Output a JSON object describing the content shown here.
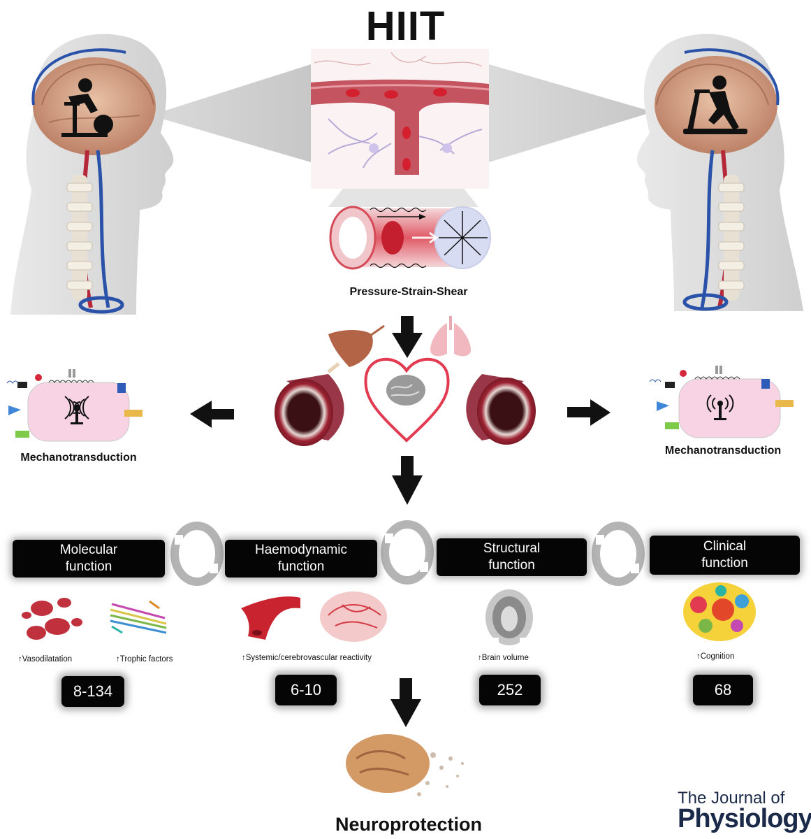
{
  "title": "HIIT",
  "pressure_caption": "Pressure-Strain-Shear",
  "mechano_left": "Mechanotransduction",
  "mechano_right": "Mechanotransduction",
  "functions": [
    {
      "line1": "Molecular",
      "line2": "function"
    },
    {
      "line1": "Haemodynamic",
      "line2": "function"
    },
    {
      "line1": "Structural",
      "line2": "function"
    },
    {
      "line1": "Clinical",
      "line2": "function"
    }
  ],
  "outcomes": {
    "vasodilatation": "↑Vasodilatation",
    "trophic": "↑Trophic factors",
    "reactivity": "↑Systemic/cerebrovascular reactivity",
    "brain_volume": "↑Brain volume",
    "cognition": "↑Cognition"
  },
  "counts": [
    "8-134",
    "6-10",
    "252",
    "68"
  ],
  "neuroprotection": "Neuroprotection",
  "journal": {
    "line1": "The Journal of",
    "line2": "Physiology"
  },
  "colors": {
    "box": "#050505",
    "artery": "#b5283a",
    "vein": "#2a52a8",
    "heart": "#e23a50",
    "cell": "#f7d3e3"
  }
}
